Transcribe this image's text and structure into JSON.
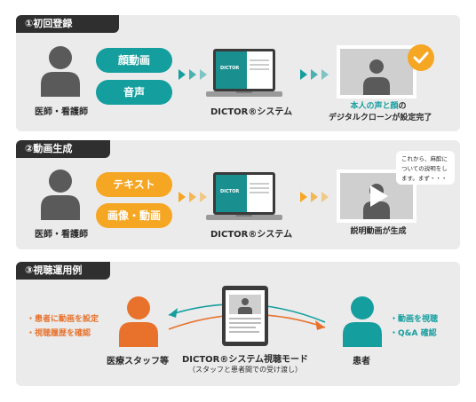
{
  "section1": {
    "tag": "①初回登録",
    "person_label": "医師・看護師",
    "pill_top": "顔動画",
    "pill_bottom": "音声",
    "system_label": "DICTOR®システム",
    "result_line1_accent": "本人の声と顔",
    "result_line1_rest": "の",
    "result_line2": "デジタルクローンが設定完了"
  },
  "section2": {
    "tag": "②動画生成",
    "person_label": "医師・看護師",
    "pill_top": "テキスト",
    "pill_bottom": "画像・動画",
    "system_label": "DICTOR®システム",
    "bubble_text": "これから、麻酔についての説明をします。まず・・・",
    "result_label": "説明動画が生成"
  },
  "section3": {
    "tag": "③視聴運用例",
    "staff_bullets": [
      "・患者に動画を設定",
      "・視聴履歴を確認"
    ],
    "staff_label": "医療スタッフ等",
    "patient_bullets": [
      "・動画を視聴",
      "・Q&A 確認"
    ],
    "patient_label": "患者",
    "mode_label": "DICTOR®システム視聴モード",
    "mode_sublabel": "（スタッフと患者間での受け渡し）"
  },
  "laptop_logo": "DICTOR",
  "colors": {
    "teal": "#149e9e",
    "orange": "#f5a623",
    "staff_orange": "#e8722c",
    "dark": "#2f2f2f",
    "person_gray": "#5a5a5a",
    "panel_bg": "#ebebeb"
  }
}
